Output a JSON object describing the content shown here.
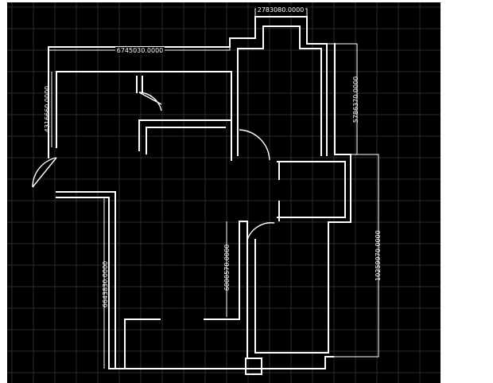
{
  "drawing": {
    "background": "#000000",
    "grid_color": "#24302c",
    "line_color": "#ffffff"
  },
  "dimensions": {
    "top": "2783080.0000",
    "upper": "6745030.0000",
    "left_upper": "4316660.0000",
    "right_upper": "5786370.0000",
    "right_lower": "10259970.0000",
    "left_lower": "6643830.0000",
    "middle": "6000570.0000"
  }
}
